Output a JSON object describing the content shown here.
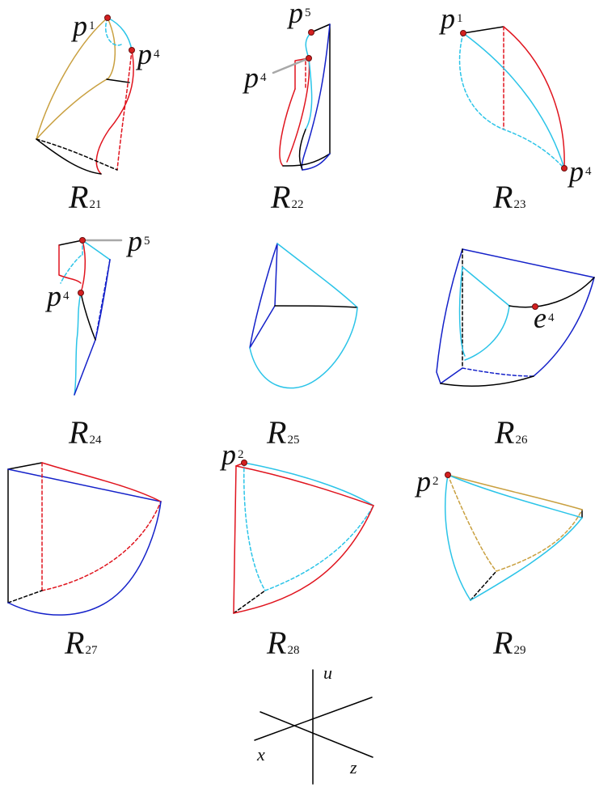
{
  "panels": [
    {
      "id": "R21",
      "letter": "R",
      "sub": "21",
      "points": [
        {
          "letter": "p",
          "sub": "1"
        },
        {
          "letter": "p",
          "sub": "4"
        }
      ]
    },
    {
      "id": "R22",
      "letter": "R",
      "sub": "22",
      "points": [
        {
          "letter": "p",
          "sub": "5"
        },
        {
          "letter": "p",
          "sub": "4"
        }
      ]
    },
    {
      "id": "R23",
      "letter": "R",
      "sub": "23",
      "points": [
        {
          "letter": "p",
          "sub": "1"
        },
        {
          "letter": "p",
          "sub": "4"
        }
      ]
    },
    {
      "id": "R24",
      "letter": "R",
      "sub": "24",
      "points": [
        {
          "letter": "p",
          "sub": "5"
        },
        {
          "letter": "p",
          "sub": "4"
        }
      ]
    },
    {
      "id": "R25",
      "letter": "R",
      "sub": "25",
      "points": []
    },
    {
      "id": "R26",
      "letter": "R",
      "sub": "26",
      "points": [
        {
          "letter": "e",
          "sub": "4"
        }
      ]
    },
    {
      "id": "R27",
      "letter": "R",
      "sub": "27",
      "points": []
    },
    {
      "id": "R28",
      "letter": "R",
      "sub": "28",
      "points": [
        {
          "letter": "p",
          "sub": "2"
        }
      ]
    },
    {
      "id": "R29",
      "letter": "R",
      "sub": "29",
      "points": [
        {
          "letter": "p",
          "sub": "2"
        }
      ]
    }
  ],
  "axes": {
    "u": "u",
    "x": "x",
    "z": "z"
  },
  "colors": {
    "black": "#000000",
    "red": "#e0141e",
    "cyan": "#2bc4e8",
    "blue": "#1421c9",
    "gold": "#c9a040",
    "arrow_gray": "#a8a8a8",
    "point": "#d42020"
  }
}
